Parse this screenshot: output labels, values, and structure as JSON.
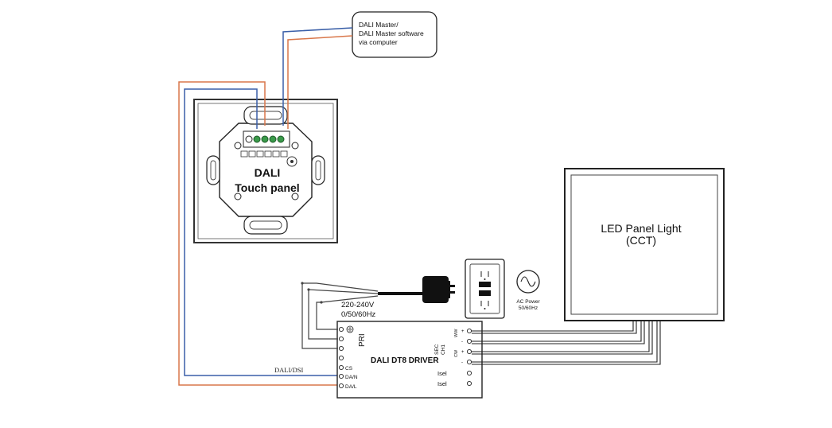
{
  "master": {
    "line1": "DALI Master/",
    "line2": "DALI Master software",
    "line3": "via computer"
  },
  "panel": {
    "title1": "DALI",
    "title2": "Touch panel"
  },
  "led": {
    "line1": "LED Panel Light",
    "line2": "(CCT)"
  },
  "power": {
    "voltage": "220-240V",
    "freq": "0/50/60Hz",
    "ac1": "AC Power",
    "ac2": "50/60Hz"
  },
  "driver": {
    "name": "DALI DT8 DRIVER",
    "pri": "PRI",
    "sec": "SEC",
    "ch1": "CH1",
    "ww": "WW",
    "cw": "CW",
    "term_cs": "CS",
    "term_dan": "DA/N",
    "term_dal": "DA/L",
    "isel1": "Isel",
    "isel2": "Isel"
  },
  "bus_label": "DALI/DSI",
  "colors": {
    "blue_wire": "#3a5fa8",
    "orange_wire": "#d9774a",
    "terminal_green": "#3a9a4a"
  }
}
